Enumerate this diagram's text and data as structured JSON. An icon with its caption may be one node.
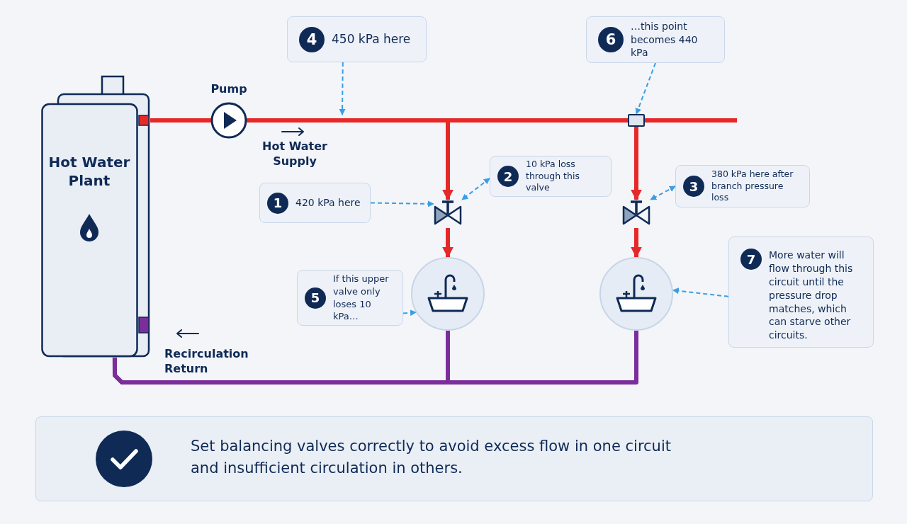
{
  "diagram": {
    "nodes": [
      {
        "text": [
          "Hot Water Plant"
        ]
      },
      {
        "text": [
          "Pump"
        ]
      },
      {
        "text": [],
        "shape": "valve"
      },
      {
        "text": [],
        "shape": "circle"
      },
      {
        "text": [],
        "shape": "valve"
      },
      {
        "text": [],
        "shape": "circle"
      },
      {
        "text": [],
        "shape": "box"
      },
      {
        "text": [
          "4",
          "450 kPa here"
        ]
      },
      {
        "text": [
          "6",
          "…this point becomes 440 kPa"
        ]
      },
      {
        "text": [
          "1",
          "420 kPa here"
        ]
      },
      {
        "text": [
          "2",
          "10 kPa loss through this valve"
        ]
      },
      {
        "text": [
          "3",
          "380 kPa here after branch pressure loss"
        ]
      },
      {
        "text": [
          "5",
          "If this upper valve only loses 10 kPa…"
        ]
      },
      {
        "text": [
          "7",
          "More water will flow through this circuit until the pressure drop matches, which can starve other circuits."
        ]
      },
      {
        "text": [
          "Set balancing valves correctly to avoid excess flow in one circuit and insufficient circulation in others."
        ]
      }
    ],
    "edges": [
      {
        "from": 0,
        "to": 1,
        "arrow": "none",
        "color": "#e62828"
      },
      {
        "from": 1,
        "to": 2,
        "arrow": "to",
        "color": "#e62828"
      },
      {
        "from": 1,
        "to": 6,
        "arrow": "none",
        "color": "#e62828"
      },
      {
        "from": 6,
        "to": 4,
        "arrow": "to",
        "color": "#e62828"
      },
      {
        "from": 6,
        "to": null,
        "arrow": "none",
        "color": "#e62828"
      },
      {
        "from": 2,
        "to": 3,
        "arrow": "to",
        "color": "#e62828"
      },
      {
        "from": 4,
        "to": 5,
        "arrow": "to",
        "color": "#e62828"
      },
      {
        "from": 3,
        "to": 0,
        "arrow": "none",
        "color": "#7b2d9b"
      },
      {
        "from": 5,
        "to": 0,
        "arrow": "none",
        "color": "#7b2d9b"
      },
      {
        "from": 9,
        "to": 2,
        "arrow": "to",
        "style": "dashed",
        "color": "#3a9ee6"
      },
      {
        "from": 10,
        "to": 2,
        "arrow": "both",
        "style": "dashed",
        "color": "#3a9ee6"
      },
      {
        "from": 11,
        "to": 4,
        "arrow": "both",
        "style": "dashed",
        "color": "#3a9ee6"
      },
      {
        "from": 7,
        "to": null,
        "arrow": "to",
        "style": "dashed",
        "color": "#3a9ee6"
      },
      {
        "from": 12,
        "to": 3,
        "arrow": "to",
        "style": "dashed",
        "color": "#3a9ee6"
      },
      {
        "from": 8,
        "to": 6,
        "arrow": "to",
        "style": "dashed",
        "color": "#3a9ee6"
      },
      {
        "from": 13,
        "to": 5,
        "arrow": "to",
        "style": "dashed",
        "color": "#3a9ee6"
      }
    ],
    "labels": [
      "Hot Water Supply",
      "Recirculation Return"
    ]
  }
}
